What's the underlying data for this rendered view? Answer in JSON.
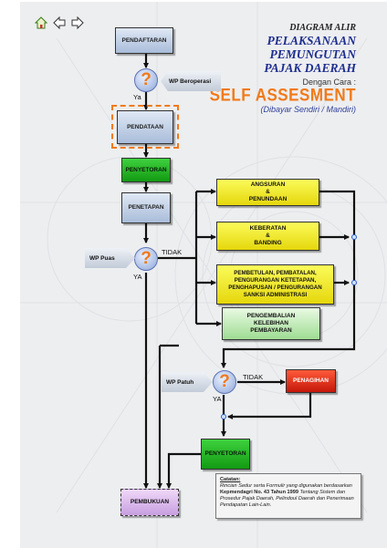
{
  "header": {
    "title_line1": "DIAGRAM ALIR",
    "title_line2": "PELAKSANAAN",
    "title_line3": "PEMUNGUTAN",
    "title_line4": "PAJAK DAERAH",
    "method_prefix": "Dengan Cara :",
    "method": "SELF ASSESMENT",
    "method_note": "(Dibayar Sendiri / Mandiri)"
  },
  "nav": {
    "home": "home-icon",
    "back": "back-arrow-icon",
    "forward": "forward-arrow-icon"
  },
  "nodes": {
    "pendaftaran": "PENDAFTARAN",
    "pendataan": "PENDATAAN",
    "penyetoran1": "PENYETORAN",
    "penetapan": "PENETAPAN",
    "angsuran": "ANGSURAN\n&\nPENUNDAAN",
    "keberatan": "KEBERATAN\n&\nBANDING",
    "pembetulan": "PEMBETULAN, PEMBATALAN,\nPENGURANGAN KETETAPAN,\nPENGHAPUSAN / PENGURANGAN\nSANKSI ADMINISTRASI",
    "pengembalian": "PENGEMBALIAN\nKELEBIHAN\nPEMBAYARAN",
    "penagihan": "PENAGIHAN",
    "penyetoran2": "PENYETORAN",
    "pembukuan": "PEMBUKUAN"
  },
  "inputs": {
    "wp_beroperasi": "WP  Beroperasi",
    "wp_puas": "WP  Puas",
    "wp_patuh": "WP  Patuh"
  },
  "decision_symbol": "?",
  "labels": {
    "ya": "Ya",
    "ya_caps": "YA",
    "tidak": "TIDAK"
  },
  "note": {
    "heading": "Catatan:",
    "text_a": "Rincian Sedur serta Formulir yang digunakan berdasarkan",
    "text_b": "Kepmendagri No. 43 Tahun 1999",
    "text_c": " Tentang Sistem dan Prosedur Pajak Daerah, Pelindoul Daerah dan Penerimaan Pendapatan Lain-Lain."
  }
}
